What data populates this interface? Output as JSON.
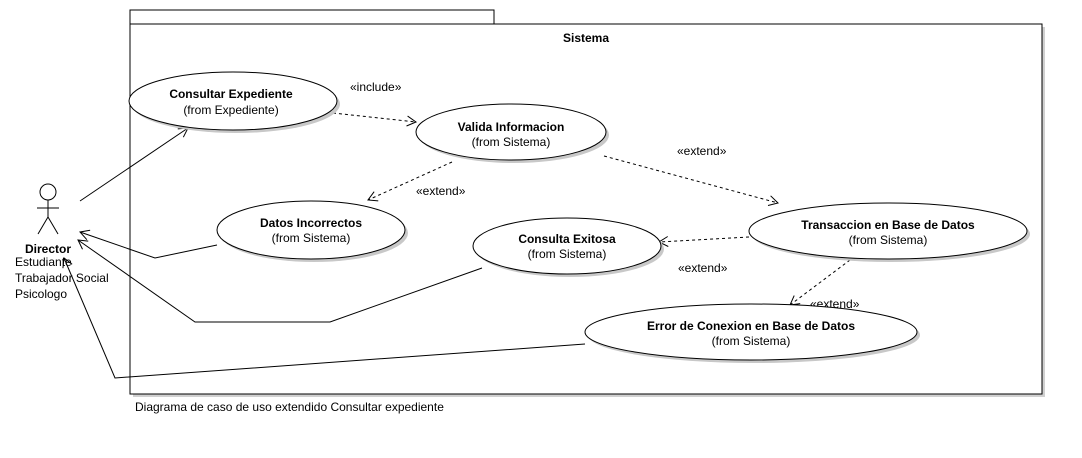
{
  "package": {
    "name": "Sistema"
  },
  "actor": {
    "name": "Director",
    "roles": [
      "Estudiante",
      "Trabajador Social",
      "Psicologo"
    ]
  },
  "use_cases": {
    "consultar": {
      "name": "Consultar Expediente",
      "from": "(from Expediente)"
    },
    "valida": {
      "name": "Valida Informacion",
      "from": "(from Sistema)"
    },
    "incorrectos": {
      "name": "Datos Incorrectos",
      "from": "(from Sistema)"
    },
    "exitosa": {
      "name": "Consulta Exitosa",
      "from": "(from Sistema)"
    },
    "transaccion": {
      "name": "Transaccion en Base de Datos",
      "from": "(from Sistema)"
    },
    "error": {
      "name": "Error de Conexion en Base de Datos",
      "from": "(from Sistema)"
    }
  },
  "stereotypes": {
    "include": "«include»",
    "extend_valida_trans": "«extend»",
    "extend_valida_incorr": "«extend»",
    "extend_trans_exitosa": "«extend»",
    "extend_trans_error": "«extend»"
  },
  "caption": "Diagrama de caso de uso extendido Consultar expediente"
}
